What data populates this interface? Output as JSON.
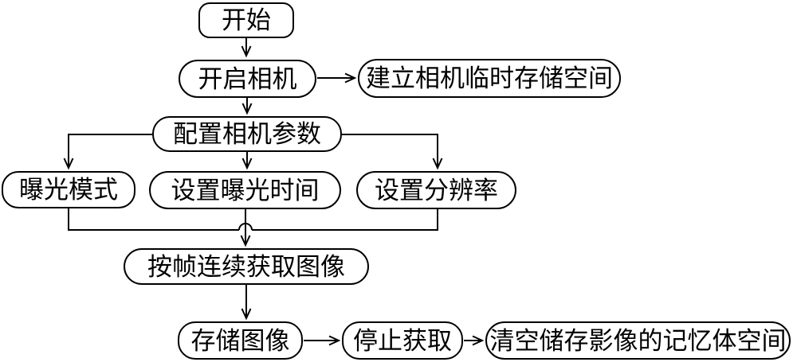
{
  "diagram": {
    "type": "flowchart",
    "background_color": "#ffffff",
    "stroke_color": "#000000",
    "nodes": [
      {
        "id": "start",
        "label": "开始"
      },
      {
        "id": "open-camera",
        "label": "开启相机"
      },
      {
        "id": "create-temp-storage",
        "label": "建立相机临时存储空间"
      },
      {
        "id": "configure-params",
        "label": "配置相机参数"
      },
      {
        "id": "exposure-mode",
        "label": "曝光模式"
      },
      {
        "id": "set-exposure-time",
        "label": "设置曝光时间"
      },
      {
        "id": "set-resolution",
        "label": "设置分辨率"
      },
      {
        "id": "acquire-frames",
        "label": "按帧连续获取图像"
      },
      {
        "id": "store-image",
        "label": "存储图像"
      },
      {
        "id": "stop-acquire",
        "label": "停止获取"
      },
      {
        "id": "clear-memory",
        "label": "清空储存影像的记忆体空间"
      }
    ],
    "edges": [
      {
        "from": "start",
        "to": "open-camera"
      },
      {
        "from": "open-camera",
        "to": "create-temp-storage"
      },
      {
        "from": "open-camera",
        "to": "configure-params"
      },
      {
        "from": "configure-params",
        "to": "exposure-mode"
      },
      {
        "from": "configure-params",
        "to": "set-exposure-time"
      },
      {
        "from": "configure-params",
        "to": "set-resolution"
      },
      {
        "from": "exposure-mode",
        "to": "acquire-frames"
      },
      {
        "from": "set-exposure-time",
        "to": "acquire-frames"
      },
      {
        "from": "set-resolution",
        "to": "acquire-frames"
      },
      {
        "from": "acquire-frames",
        "to": "store-image"
      },
      {
        "from": "store-image",
        "to": "stop-acquire"
      },
      {
        "from": "stop-acquire",
        "to": "clear-memory"
      }
    ]
  }
}
